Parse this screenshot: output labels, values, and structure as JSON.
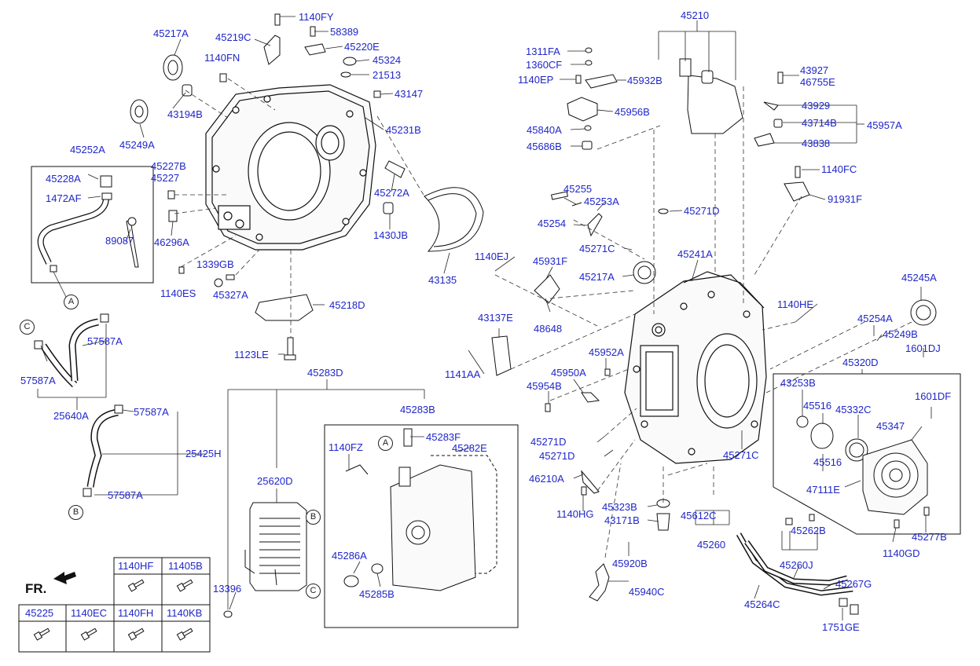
{
  "labels": [
    {
      "id": "1140FY",
      "text": "1140FY"
    },
    {
      "id": "45217A_a",
      "text": "45217A"
    },
    {
      "id": "45219C",
      "text": "45219C"
    },
    {
      "id": "58389",
      "text": "58389"
    },
    {
      "id": "45220E",
      "text": "45220E"
    },
    {
      "id": "1140FN",
      "text": "1140FN"
    },
    {
      "id": "45324",
      "text": "45324"
    },
    {
      "id": "21513",
      "text": "21513"
    },
    {
      "id": "43147",
      "text": "43147"
    },
    {
      "id": "43194B",
      "text": "43194B"
    },
    {
      "id": "45249A",
      "text": "45249A"
    },
    {
      "id": "45231B",
      "text": "45231B"
    },
    {
      "id": "45252A",
      "text": "45252A"
    },
    {
      "id": "45227B",
      "text": "45227B"
    },
    {
      "id": "45227",
      "text": "45227"
    },
    {
      "id": "45228A",
      "text": "45228A"
    },
    {
      "id": "1472AF",
      "text": "1472AF"
    },
    {
      "id": "89087",
      "text": "89087"
    },
    {
      "id": "46296A",
      "text": "46296A"
    },
    {
      "id": "45272A",
      "text": "45272A"
    },
    {
      "id": "1430JB",
      "text": "1430JB"
    },
    {
      "id": "1339GB",
      "text": "1339GB"
    },
    {
      "id": "1140ES",
      "text": "1140ES"
    },
    {
      "id": "45327A",
      "text": "45327A"
    },
    {
      "id": "43135",
      "text": "43135"
    },
    {
      "id": "45218D",
      "text": "45218D"
    },
    {
      "id": "1123LE",
      "text": "1123LE"
    },
    {
      "id": "57587A_1",
      "text": "57587A"
    },
    {
      "id": "57587A_2",
      "text": "57587A"
    },
    {
      "id": "25640A",
      "text": "25640A"
    },
    {
      "id": "57587A_3",
      "text": "57587A"
    },
    {
      "id": "25425H",
      "text": "25425H"
    },
    {
      "id": "57587A_4",
      "text": "57587A"
    },
    {
      "id": "45283D",
      "text": "45283D"
    },
    {
      "id": "45283B",
      "text": "45283B"
    },
    {
      "id": "45283F",
      "text": "45283F"
    },
    {
      "id": "1140FZ",
      "text": "1140FZ"
    },
    {
      "id": "45282E",
      "text": "45282E"
    },
    {
      "id": "25620D",
      "text": "25620D"
    },
    {
      "id": "45286A",
      "text": "45286A"
    },
    {
      "id": "45285B",
      "text": "45285B"
    },
    {
      "id": "13396",
      "text": "13396"
    },
    {
      "id": "1311FA",
      "text": "1311FA"
    },
    {
      "id": "1360CF",
      "text": "1360CF"
    },
    {
      "id": "1140EP",
      "text": "1140EP"
    },
    {
      "id": "45932B",
      "text": "45932B"
    },
    {
      "id": "45956B",
      "text": "45956B"
    },
    {
      "id": "45840A",
      "text": "45840A"
    },
    {
      "id": "45686B",
      "text": "45686B"
    },
    {
      "id": "45210",
      "text": "45210"
    },
    {
      "id": "43927",
      "text": "43927"
    },
    {
      "id": "46755E",
      "text": "46755E"
    },
    {
      "id": "43929",
      "text": "43929"
    },
    {
      "id": "43714B",
      "text": "43714B"
    },
    {
      "id": "45957A",
      "text": "45957A"
    },
    {
      "id": "43838",
      "text": "43838"
    },
    {
      "id": "1140FC",
      "text": "1140FC"
    },
    {
      "id": "91931F",
      "text": "91931F"
    },
    {
      "id": "45255",
      "text": "45255"
    },
    {
      "id": "45253A",
      "text": "45253A"
    },
    {
      "id": "45254",
      "text": "45254"
    },
    {
      "id": "45271D_a",
      "text": "45271D"
    },
    {
      "id": "45271C_a",
      "text": "45271C"
    },
    {
      "id": "45241A",
      "text": "45241A"
    },
    {
      "id": "1140EJ",
      "text": "1140EJ"
    },
    {
      "id": "45931F",
      "text": "45931F"
    },
    {
      "id": "45217A_b",
      "text": "45217A"
    },
    {
      "id": "45245A",
      "text": "45245A"
    },
    {
      "id": "48648",
      "text": "48648"
    },
    {
      "id": "43137E",
      "text": "43137E"
    },
    {
      "id": "1140HE",
      "text": "1140HE"
    },
    {
      "id": "45254A",
      "text": "45254A"
    },
    {
      "id": "45249B",
      "text": "45249B"
    },
    {
      "id": "1601DJ",
      "text": "1601DJ"
    },
    {
      "id": "45952A",
      "text": "45952A"
    },
    {
      "id": "1141AA",
      "text": "1141AA"
    },
    {
      "id": "45950A",
      "text": "45950A"
    },
    {
      "id": "45320D",
      "text": "45320D"
    },
    {
      "id": "45954B",
      "text": "45954B"
    },
    {
      "id": "43253B",
      "text": "43253B"
    },
    {
      "id": "45516_a",
      "text": "45516"
    },
    {
      "id": "45332C",
      "text": "45332C"
    },
    {
      "id": "1601DF",
      "text": "1601DF"
    },
    {
      "id": "45347",
      "text": "45347"
    },
    {
      "id": "45271D_b",
      "text": "45271D"
    },
    {
      "id": "45271D_c",
      "text": "45271D"
    },
    {
      "id": "45271C_b",
      "text": "45271C"
    },
    {
      "id": "45516_b",
      "text": "45516"
    },
    {
      "id": "46210A",
      "text": "46210A"
    },
    {
      "id": "47111E",
      "text": "47111E"
    },
    {
      "id": "45323B",
      "text": "45323B"
    },
    {
      "id": "1140HG",
      "text": "1140HG"
    },
    {
      "id": "43171B",
      "text": "43171B"
    },
    {
      "id": "45612C",
      "text": "45612C"
    },
    {
      "id": "45262B",
      "text": "45262B"
    },
    {
      "id": "45277B",
      "text": "45277B"
    },
    {
      "id": "45260",
      "text": "45260"
    },
    {
      "id": "1140GD",
      "text": "1140GD"
    },
    {
      "id": "45920B",
      "text": "45920B"
    },
    {
      "id": "45260J",
      "text": "45260J"
    },
    {
      "id": "45940C",
      "text": "45940C"
    },
    {
      "id": "45267G",
      "text": "45267G"
    },
    {
      "id": "45264C",
      "text": "45264C"
    },
    {
      "id": "1751GE",
      "text": "1751GE"
    }
  ],
  "callouts": {
    "A": "A",
    "B": "B",
    "C": "C"
  },
  "direction_label": "FR.",
  "fastener_table": {
    "top_row": [
      "1140HF",
      "11405B"
    ],
    "bottom_row": [
      "45225",
      "1140EC",
      "1140FH",
      "1140KB"
    ]
  }
}
